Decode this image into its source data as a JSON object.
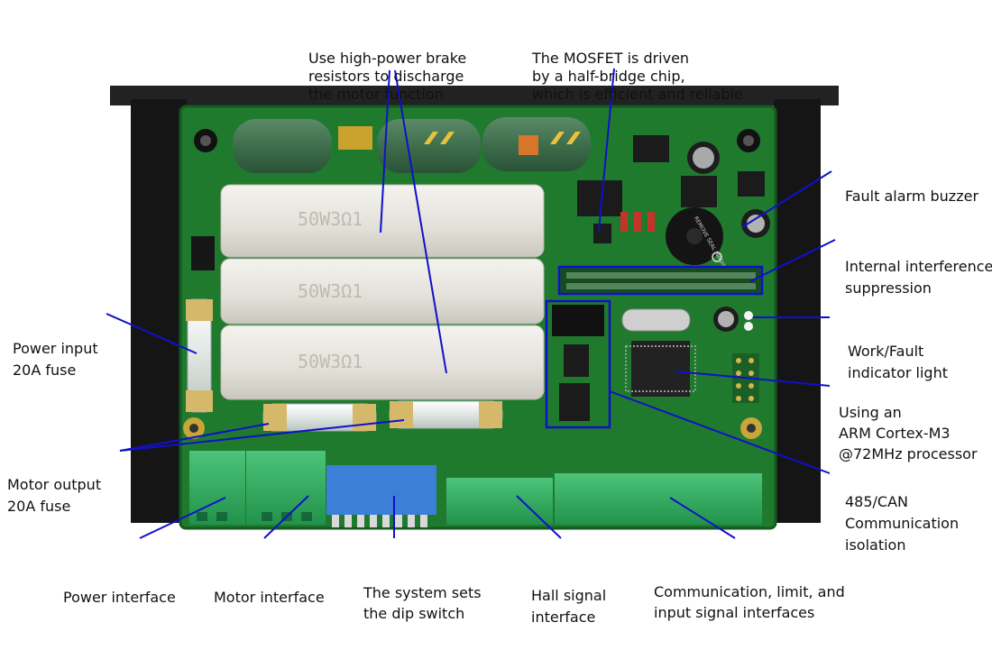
{
  "callouts": {
    "brake_resistors": [
      "Use high-power brake",
      "resistors to discharge",
      "the motor function"
    ],
    "mosfet": [
      "The MOSFET is driven",
      "by a half-bridge chip,",
      "which is efficient and reliable"
    ],
    "buzzer": [
      "Fault alarm buzzer"
    ],
    "interference": [
      "Internal interference",
      "suppression"
    ],
    "indicator": [
      "Work/Fault",
      "indicator light"
    ],
    "processor": [
      "Using an",
      "ARM Cortex-M3",
      "@72MHz processor"
    ],
    "isolation": [
      "485/CAN",
      "Communication",
      "isolation"
    ],
    "power_fuse": [
      "Power input",
      "20A fuse"
    ],
    "motor_fuse": [
      "Motor output",
      "20A fuse"
    ],
    "power_interface": [
      "Power interface"
    ],
    "motor_interface": [
      "Motor interface"
    ],
    "dip_switch": [
      "The system sets",
      "the dip switch"
    ],
    "hall": [
      "Hall signal",
      "interface"
    ],
    "comm": [
      "Communication, limit, and",
      "input signal interfaces"
    ]
  },
  "board": {
    "resistor_marking": "50W3Ω1",
    "buzzer_marking": "REMOVE SEAL WASHING"
  },
  "colors": {
    "pcb": "#1f7a2e",
    "pcb_dark": "#145a20",
    "enclosure": "#1a1a1a",
    "resistor": "#e2e0d8",
    "terminal": "#2fae5c",
    "dip_switch": "#3b7fd9",
    "leader_line": "#1010cc"
  }
}
